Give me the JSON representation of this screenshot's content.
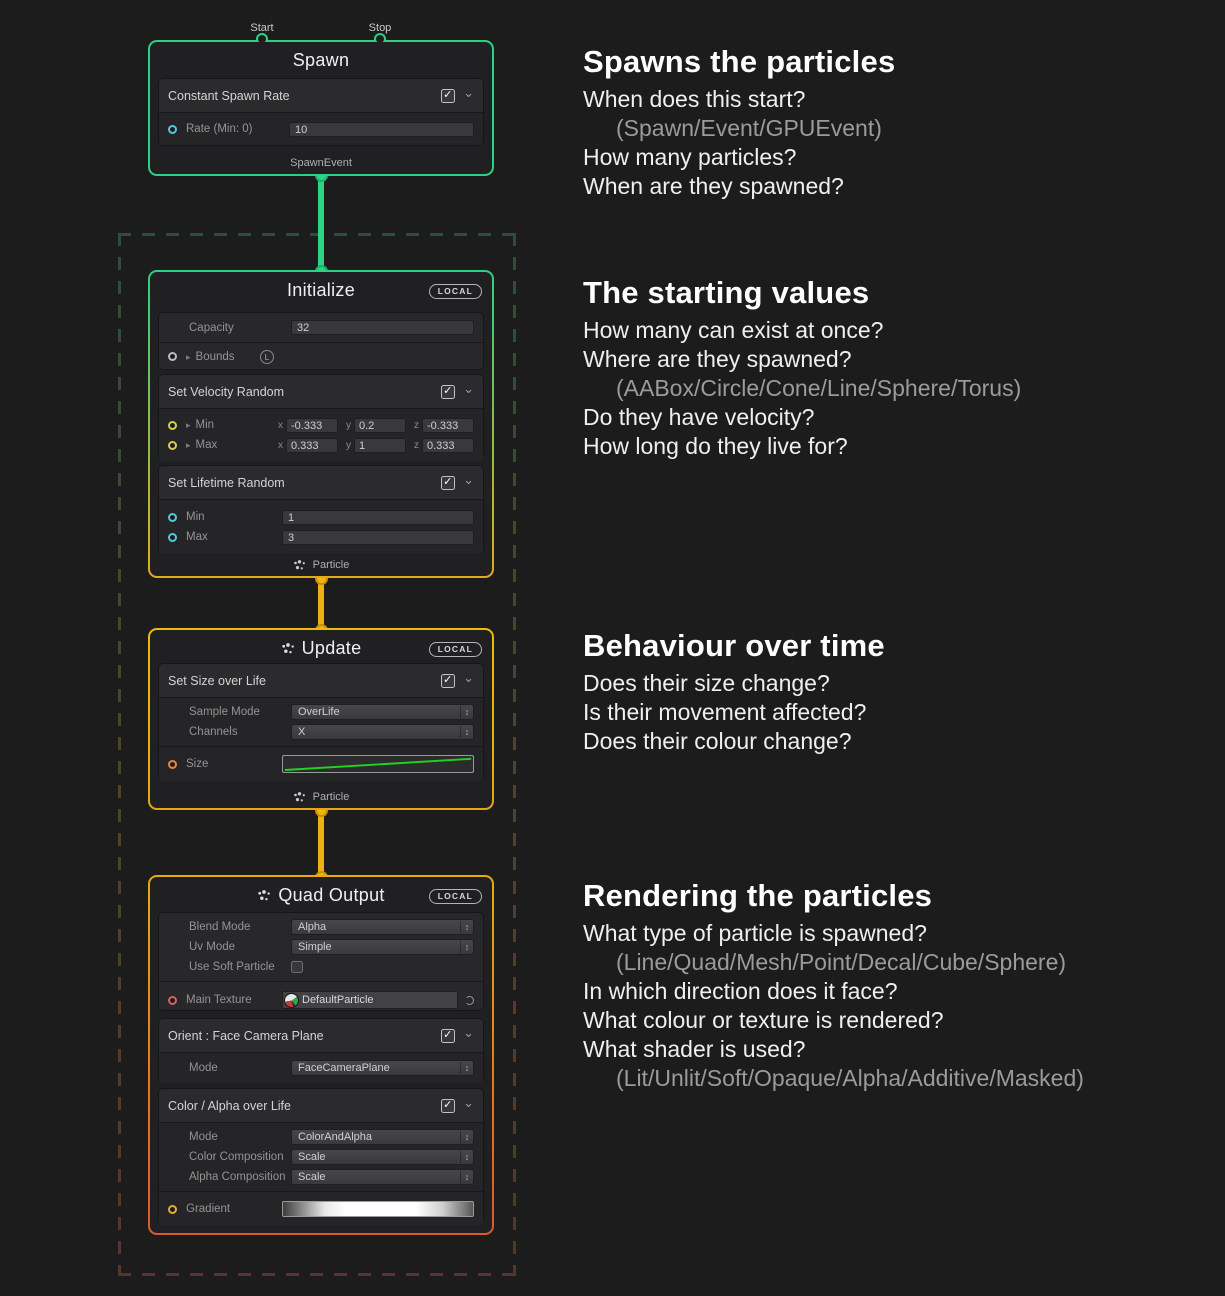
{
  "colors": {
    "spawn_green": "#2ed186",
    "context_yellow": "#ecb211",
    "output_orange": "#d85a2d",
    "curve_green": "#1fd41f"
  },
  "graph": {
    "axis": {
      "x": "x",
      "y": "y",
      "z": "z"
    },
    "spawn": {
      "title": "Spawn",
      "start_port": "Start",
      "stop_port": "Stop",
      "output_port": "SpawnEvent",
      "block_title": "Constant Spawn Rate",
      "block_enabled": true,
      "rate_label": "Rate (Min: 0)",
      "rate_value": "10"
    },
    "initialize": {
      "title": "Initialize",
      "badge": "LOCAL",
      "capacity_label": "Capacity",
      "capacity_value": "32",
      "bounds_label": "Bounds",
      "bounds_badge": "L",
      "velocity": {
        "title": "Set Velocity Random",
        "enabled": true,
        "min_label": "Min",
        "min": {
          "x": "-0.333",
          "y": "0.2",
          "z": "-0.333"
        },
        "max_label": "Max",
        "max": {
          "x": "0.333",
          "y": "1",
          "z": "0.333"
        }
      },
      "lifetime": {
        "title": "Set Lifetime Random",
        "enabled": true,
        "min_label": "Min",
        "min_value": "1",
        "max_label": "Max",
        "max_value": "3"
      },
      "output_port": "Particle"
    },
    "update": {
      "title": "Update",
      "badge": "LOCAL",
      "block": {
        "title": "Set Size over Life",
        "enabled": true,
        "sample_mode_label": "Sample Mode",
        "sample_mode_value": "OverLife",
        "channels_label": "Channels",
        "channels_value": "X",
        "size_label": "Size"
      },
      "output_port": "Particle"
    },
    "output": {
      "title": "Quad Output",
      "badge": "LOCAL",
      "blend_mode_label": "Blend Mode",
      "blend_mode_value": "Alpha",
      "uv_mode_label": "Uv Mode",
      "uv_mode_value": "Simple",
      "soft_particle_label": "Use Soft Particle",
      "soft_particle_checked": false,
      "main_texture_label": "Main Texture",
      "main_texture_value": "DefaultParticle",
      "orient": {
        "title": "Orient : Face Camera Plane",
        "enabled": true,
        "mode_label": "Mode",
        "mode_value": "FaceCameraPlane"
      },
      "color": {
        "title": "Color / Alpha over Life",
        "enabled": true,
        "mode_label": "Mode",
        "mode_value": "ColorAndAlpha",
        "color_comp_label": "Color Composition",
        "color_comp_value": "Scale",
        "alpha_comp_label": "Alpha Composition",
        "alpha_comp_value": "Scale",
        "gradient_label": "Gradient"
      }
    }
  },
  "annotations": [
    {
      "title": "Spawns the particles",
      "lines": [
        {
          "text": "When does this start?",
          "muted": false
        },
        {
          "text": "(Spawn/Event/GPUEvent)",
          "muted": true
        },
        {
          "text": "How many particles?",
          "muted": false
        },
        {
          "text": "When are they spawned?",
          "muted": false
        }
      ]
    },
    {
      "title": "The starting values",
      "lines": [
        {
          "text": "How many can exist at once?",
          "muted": false
        },
        {
          "text": "Where are they spawned?",
          "muted": false
        },
        {
          "text": "(AABox/Circle/Cone/Line/Sphere/Torus)",
          "muted": true
        },
        {
          "text": "Do they have velocity?",
          "muted": false
        },
        {
          "text": "How long do they live for?",
          "muted": false
        }
      ]
    },
    {
      "title": "Behaviour over time",
      "lines": [
        {
          "text": "Does their size change?",
          "muted": false
        },
        {
          "text": "Is their movement affected?",
          "muted": false
        },
        {
          "text": "Does their colour change?",
          "muted": false
        }
      ]
    },
    {
      "title": "Rendering the particles",
      "lines": [
        {
          "text": "What type of particle is spawned?",
          "muted": false
        },
        {
          "text": "(Line/Quad/Mesh/Point/Decal/Cube/Sphere)",
          "muted": true
        },
        {
          "text": "In which direction does it face?",
          "muted": false
        },
        {
          "text": "What colour or texture is rendered?",
          "muted": false
        },
        {
          "text": "What shader is used?",
          "muted": false
        },
        {
          "text": "(Lit/Unlit/Soft/Opaque/Alpha/Additive/Masked)",
          "muted": true
        }
      ]
    }
  ]
}
